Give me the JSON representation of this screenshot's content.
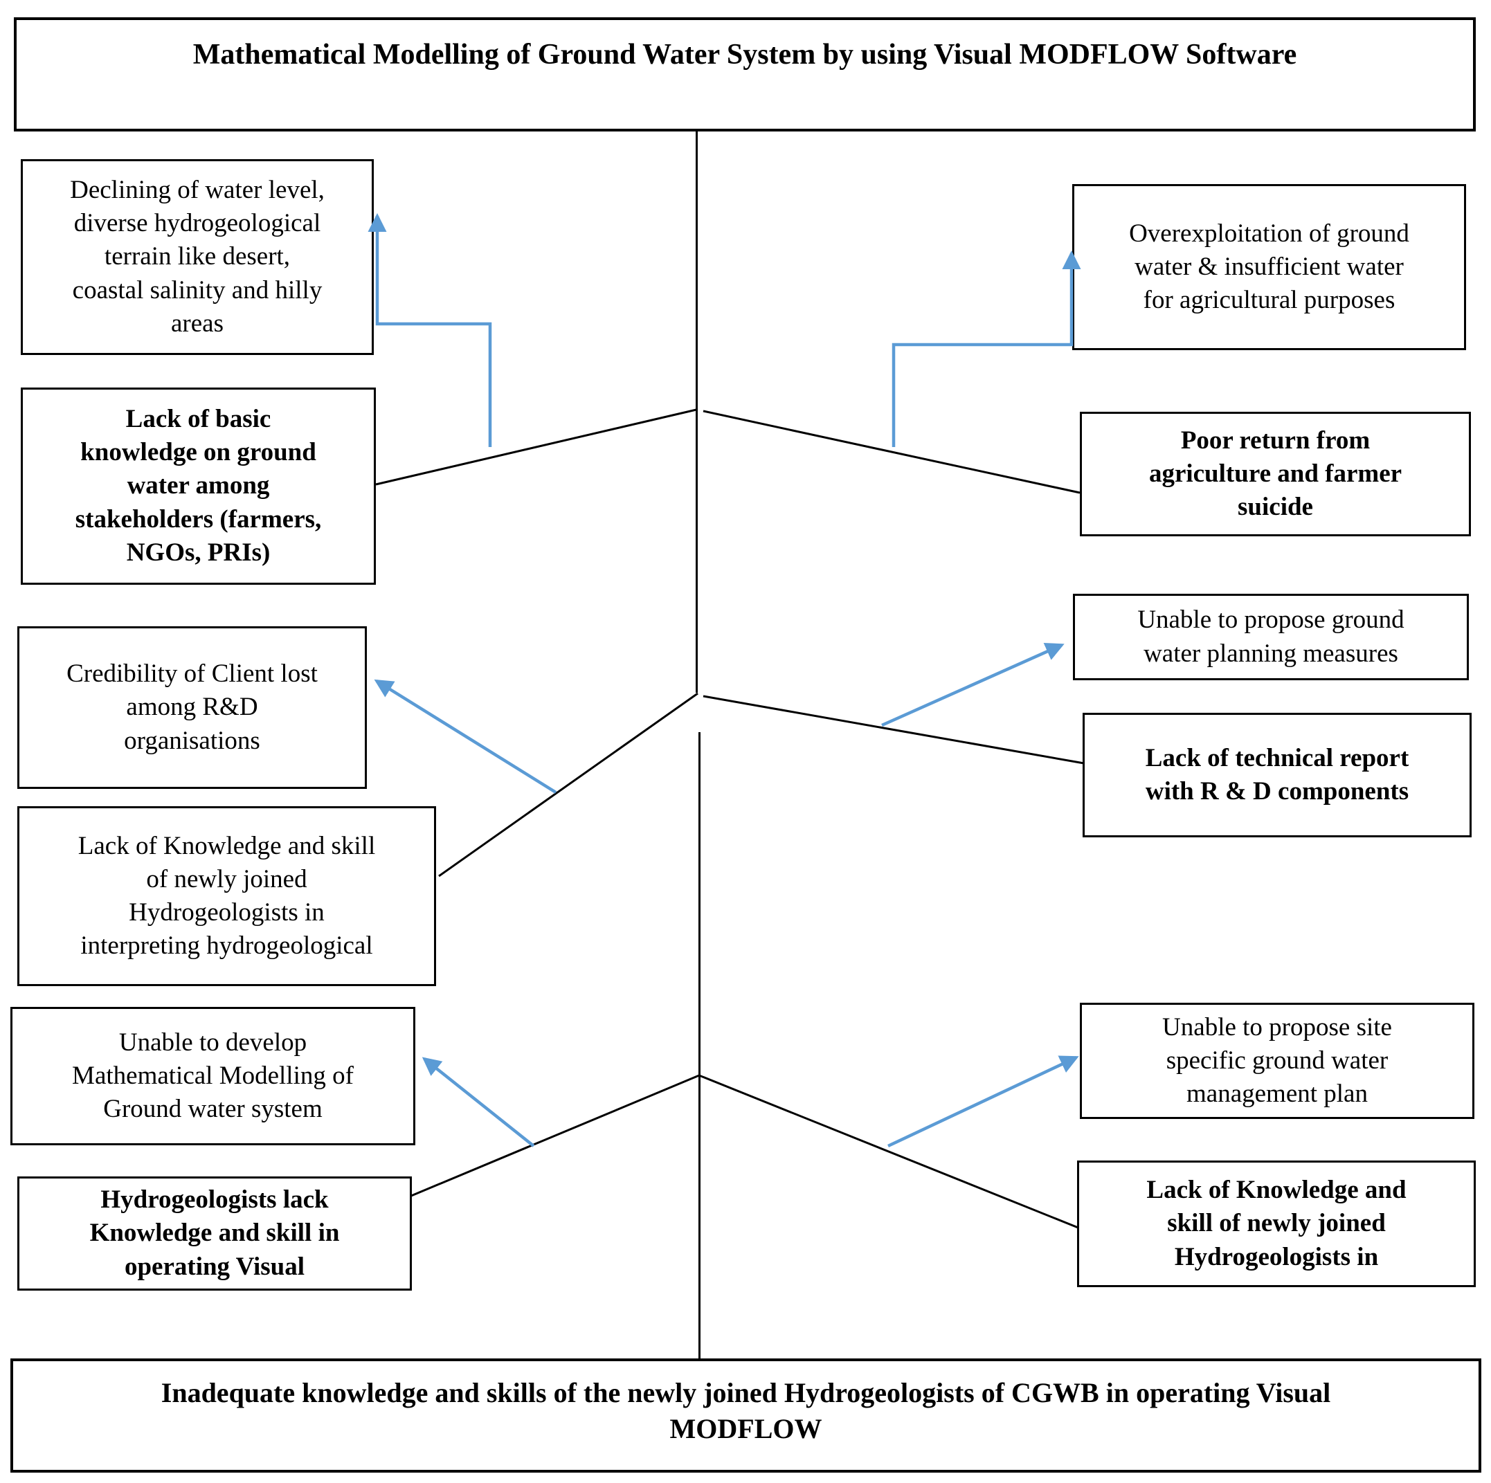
{
  "colors": {
    "accent_blue": "#5B9BD5",
    "line_black": "#000000",
    "background": "#ffffff"
  },
  "title": "Mathematical Modelling of Ground Water System by using Visual MODFLOW Software",
  "boxes": {
    "declining": {
      "text": "Declining of water level,\ndiverse hydrogeological\nterrain like desert,\ncoastal salinity and hilly\nareas"
    },
    "lack_basic_knowledge": {
      "text": "Lack of basic\nknowledge on ground\nwater among\nstakeholders (farmers,\nNGOs, PRIs)"
    },
    "credibility": {
      "text": "Credibility of Client lost\namong R&D\norganisations"
    },
    "lack_skill_interpreting": {
      "text": "Lack of Knowledge and skill\nof newly joined\nHydrogeologists in\ninterpreting hydrogeological"
    },
    "unable_develop": {
      "text": "Unable to develop\nMathematical Modelling of\nGround water system"
    },
    "hydro_lack_operating": {
      "text": "Hydrogeologists lack\nKnowledge and skill in\noperating Visual"
    },
    "overexploitation": {
      "text": "Overexploitation of ground\nwater & insufficient water\nfor agricultural purposes"
    },
    "poor_return": {
      "text": "Poor return from\nagriculture and farmer\nsuicide"
    },
    "unable_planning": {
      "text": "Unable to propose ground\nwater planning measures"
    },
    "lack_technical_report": {
      "text": "Lack of technical report\nwith R & D components"
    },
    "unable_site_specific": {
      "text": "Unable to propose site\nspecific ground water\nmanagement plan"
    },
    "lack_skill_newly_joined": {
      "text": "Lack of Knowledge and\nskill of newly joined\nHydrogeologists in"
    }
  },
  "bottom": "Inadequate knowledge and skills of the newly joined Hydrogeologists of CGWB in operating Visual\nMODFLOW"
}
